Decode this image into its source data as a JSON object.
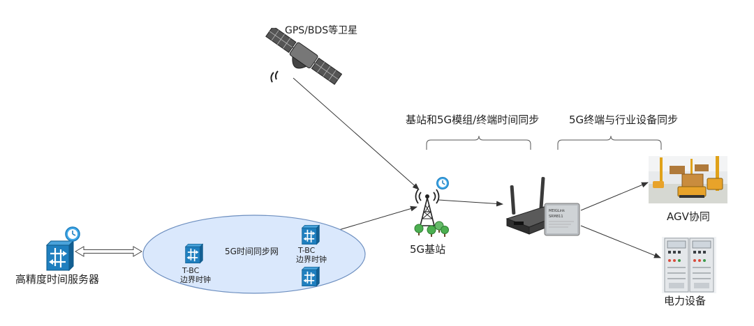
{
  "satellite": {
    "label": "GPS/BDS等卫星"
  },
  "brace_left": {
    "label": "基站和5G模组/终端时间同步"
  },
  "brace_right": {
    "label": "5G终端与行业设备同步"
  },
  "server": {
    "label": "高精度时间服务器"
  },
  "network": {
    "label": "5G时间同步网",
    "tbc_left": {
      "line1": "T-BC",
      "line2": "边界时钟"
    },
    "tbc_right": {
      "line1": "T-BC",
      "line2": "边界时钟"
    }
  },
  "base_station": {
    "label": "5G基站"
  },
  "agv": {
    "label": "AGV协同"
  },
  "power": {
    "label": "电力设备"
  },
  "module": {
    "brand_text": "MEIGLink",
    "model_text": "SRM811"
  },
  "colors": {
    "switch_blue": "#1f7fbf",
    "ellipse_fill": "#dae8fc",
    "ellipse_stroke": "#6c8ebf",
    "clock_blue": "#3fa8e8"
  },
  "icons": [
    "satellite-icon",
    "clock-icon",
    "switch-icon",
    "tower-icon",
    "router-icon",
    "agv-photo",
    "power-cabinet-photo"
  ]
}
